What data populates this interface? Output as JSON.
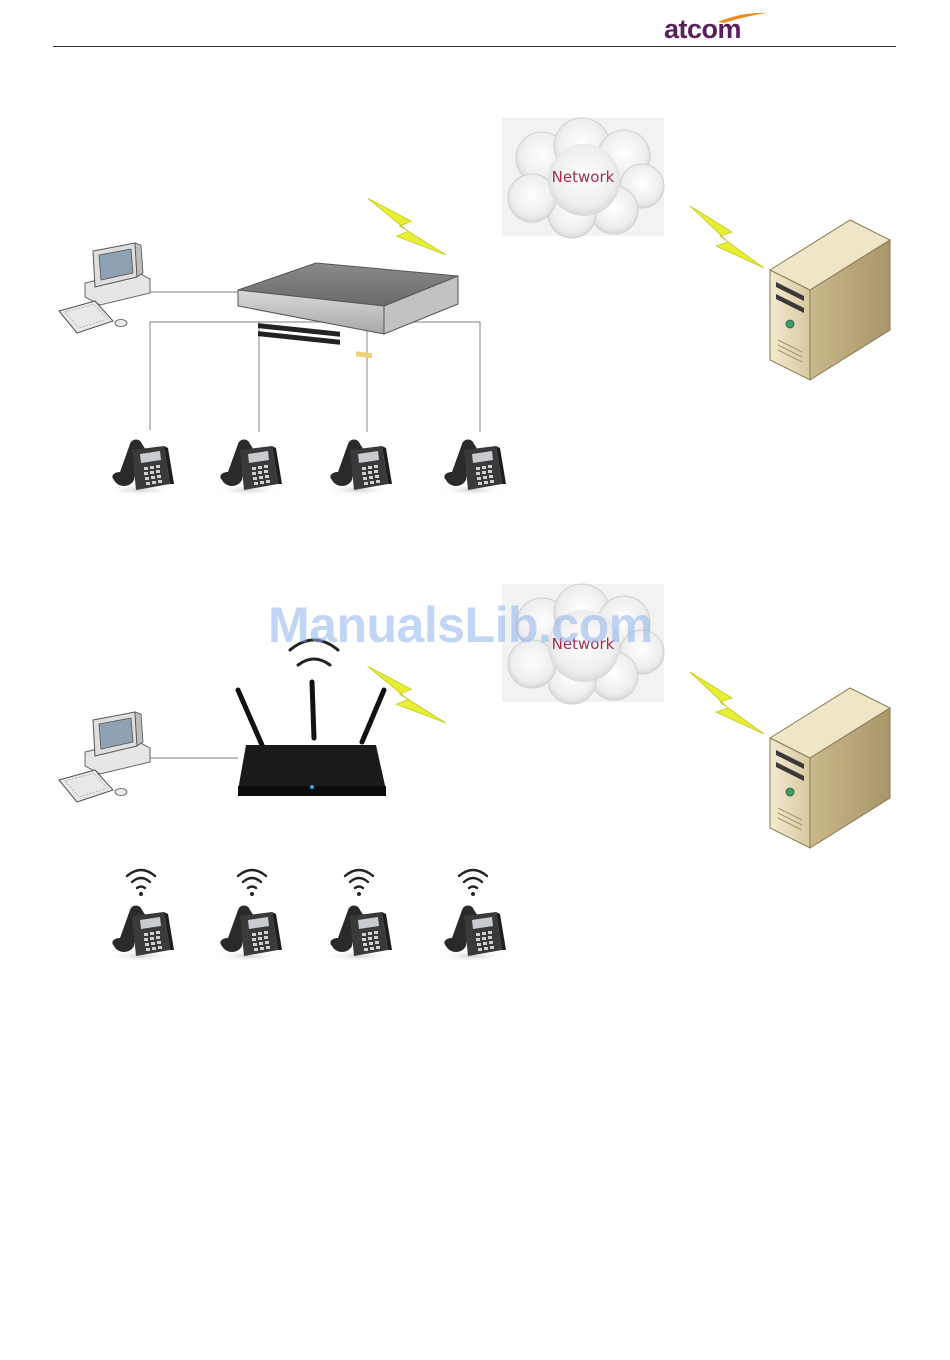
{
  "header": {
    "logo_text": "atcom",
    "accent_color": "#f08a1c",
    "brand_color": "#5b1f5e"
  },
  "diagram_wired": {
    "cloud_label": "Network",
    "devices": [
      "computer-icon",
      "switch-icon",
      "server-icon",
      "desk-phone-icon"
    ],
    "phone_count": 4,
    "bolt_color": "#e8ee30"
  },
  "diagram_wireless": {
    "cloud_label": "Network",
    "devices": [
      "computer-icon",
      "wireless-router-icon",
      "server-icon",
      "desk-phone-icon",
      "wifi-signal-icon"
    ],
    "phone_count": 4
  },
  "watermark": "ManualsLib.com"
}
